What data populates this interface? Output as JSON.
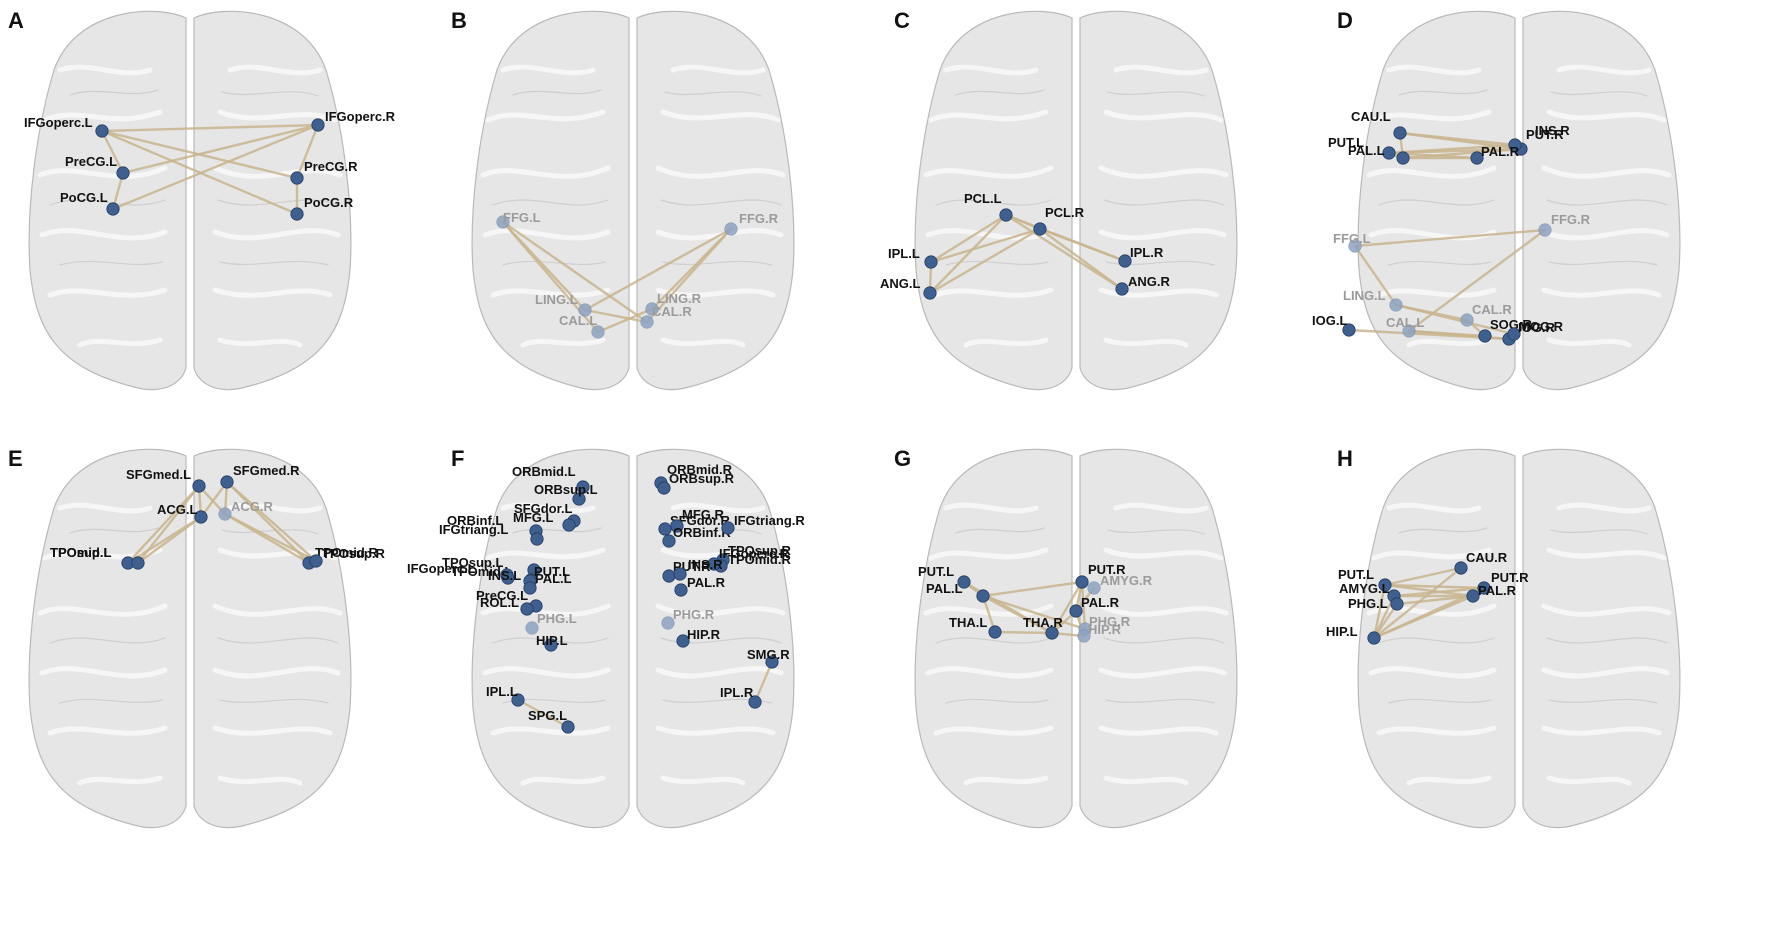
{
  "figure": {
    "panels": [
      {
        "id": "A",
        "nodes": [
          {
            "label": "IFGoperc.L",
            "faint": false
          },
          {
            "label": "PreCG.L",
            "faint": false
          },
          {
            "label": "PoCG.L",
            "faint": false
          },
          {
            "label": "IFGoperc.R",
            "faint": false
          },
          {
            "label": "PreCG.R",
            "faint": false
          },
          {
            "label": "PoCG.R",
            "faint": false
          }
        ]
      },
      {
        "id": "B",
        "nodes": [
          {
            "label": "LING.L",
            "faint": true
          },
          {
            "label": "CAL.L",
            "faint": true
          },
          {
            "label": "LING.R",
            "faint": true
          },
          {
            "label": "CAL.R",
            "faint": true
          },
          {
            "label": "FFG.L",
            "faint": true
          },
          {
            "label": "FFG.R",
            "faint": true
          }
        ]
      },
      {
        "id": "C",
        "nodes": [
          {
            "label": "PCL.L",
            "faint": false
          },
          {
            "label": "PCL.R",
            "faint": false
          },
          {
            "label": "IPL.L",
            "faint": false
          },
          {
            "label": "ANG.L",
            "faint": false
          },
          {
            "label": "IPL.R",
            "faint": false
          },
          {
            "label": "ANG.R",
            "faint": false
          }
        ]
      },
      {
        "id": "D",
        "nodes": [
          {
            "label": "CAU.L",
            "faint": false
          },
          {
            "label": "PUT.L",
            "faint": false
          },
          {
            "label": "PAL.L",
            "faint": false
          },
          {
            "label": "PUT.R",
            "faint": false
          },
          {
            "label": "INS.R",
            "faint": false
          },
          {
            "label": "PAL.R",
            "faint": false
          },
          {
            "label": "FFG.L",
            "faint": true
          },
          {
            "label": "FFG.R",
            "faint": true
          },
          {
            "label": "LING.L",
            "faint": true
          },
          {
            "label": "CAL.L",
            "faint": true
          },
          {
            "label": "IOG.L",
            "faint": false
          },
          {
            "label": "CAL.R",
            "faint": true
          },
          {
            "label": "SOG.R",
            "faint": false
          },
          {
            "label": "MOG.R",
            "faint": false
          },
          {
            "label": "IOG.R",
            "faint": false
          }
        ]
      },
      {
        "id": "E",
        "nodes": [
          {
            "label": "SFGmed.L",
            "faint": false
          },
          {
            "label": "ACG.L",
            "faint": false
          },
          {
            "label": "TPOmid.L",
            "faint": false
          },
          {
            "label": "TPOsup.L",
            "faint": false
          },
          {
            "label": "SFGmed.R",
            "faint": false
          },
          {
            "label": "ACG.R",
            "faint": true
          },
          {
            "label": "TPOmid.R",
            "faint": false
          },
          {
            "label": "TPOsup.R",
            "faint": false
          }
        ]
      },
      {
        "id": "F",
        "nodes": [
          {
            "label": "ORBmid.L",
            "faint": false
          },
          {
            "label": "ORBsup.L",
            "faint": false
          },
          {
            "label": "SFGdor.L",
            "faint": false
          },
          {
            "label": "MFG.L",
            "faint": false
          },
          {
            "label": "ORBinf.L",
            "faint": false
          },
          {
            "label": "IFGtriang.L",
            "faint": false
          },
          {
            "label": "TPOsup.L",
            "faint": false
          },
          {
            "label": "TPOmid.L",
            "faint": false
          },
          {
            "label": "IFGoperc.L",
            "faint": false
          },
          {
            "label": "INS.L",
            "faint": false
          },
          {
            "label": "PUT.L",
            "faint": false
          },
          {
            "label": "PAL.L",
            "faint": false
          },
          {
            "label": "PreCG.L",
            "faint": false
          },
          {
            "label": "ROL.L",
            "faint": false
          },
          {
            "label": "PHG.L",
            "faint": true
          },
          {
            "label": "HIP.L",
            "faint": false
          },
          {
            "label": "IPL.L",
            "faint": false
          },
          {
            "label": "SPG.L",
            "faint": false
          },
          {
            "label": "ORBmid.R",
            "faint": false
          },
          {
            "label": "ORBsup.R",
            "faint": false
          },
          {
            "label": "SFGdor.R",
            "faint": false
          },
          {
            "label": "MFG.R",
            "faint": false
          },
          {
            "label": "ORBinf.R",
            "faint": false
          },
          {
            "label": "IFGtriang.R",
            "faint": false
          },
          {
            "label": "TPOsup.R",
            "faint": false
          },
          {
            "label": "TPOmid.R",
            "faint": false
          },
          {
            "label": "IFGoperc.R",
            "faint": false
          },
          {
            "label": "PUT.R",
            "faint": false
          },
          {
            "label": "INS.R",
            "faint": false
          },
          {
            "label": "PAL.R",
            "faint": false
          },
          {
            "label": "PHG.R",
            "faint": true
          },
          {
            "label": "HIP.R",
            "faint": false
          },
          {
            "label": "SMG.R",
            "faint": false
          },
          {
            "label": "IPL.R",
            "faint": false
          }
        ]
      },
      {
        "id": "G",
        "nodes": [
          {
            "label": "PUT.L",
            "faint": false
          },
          {
            "label": "PAL.L",
            "faint": false
          },
          {
            "label": "THA.L",
            "faint": false
          },
          {
            "label": "PUT.R",
            "faint": false
          },
          {
            "label": "AMYG.R",
            "faint": true
          },
          {
            "label": "PAL.R",
            "faint": false
          },
          {
            "label": "THA.R",
            "faint": false
          },
          {
            "label": "PHG.R",
            "faint": true
          },
          {
            "label": "HIP.R",
            "faint": true
          }
        ]
      },
      {
        "id": "H",
        "nodes": [
          {
            "label": "PUT.L",
            "faint": false
          },
          {
            "label": "AMYG.L",
            "faint": false
          },
          {
            "label": "PHG.L",
            "faint": false
          },
          {
            "label": "HIP.L",
            "faint": false
          },
          {
            "label": "CAU.R",
            "faint": false
          },
          {
            "label": "PUT.R",
            "faint": false
          },
          {
            "label": "PAL.R",
            "faint": false
          }
        ]
      }
    ]
  },
  "colors": {
    "edge": "#c9b58f",
    "node": "#3f5f8e",
    "brain": "#e6e6e6"
  }
}
